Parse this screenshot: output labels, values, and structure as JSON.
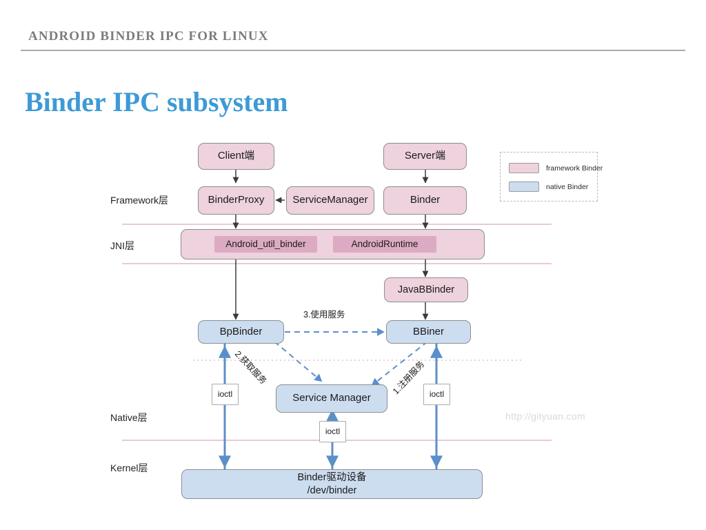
{
  "header": {
    "eyebrow": "ANDROID BINDER IPC FOR LINUX",
    "title": "Binder IPC subsystem"
  },
  "colors": {
    "title_blue": "#3d9ad6",
    "framework_pink": "#eed2dd",
    "native_blue": "#cdddf0",
    "jni_inner_pink": "#dcabc3",
    "separator_pink": "#e3b9c6",
    "arrow_blue": "#5b8fc9",
    "arrow_dark": "#3a3a3a"
  },
  "diagram": {
    "layers": [
      {
        "id": "framework",
        "label": "Framework层"
      },
      {
        "id": "jni",
        "label": "JNI层"
      },
      {
        "id": "native",
        "label": "Native层"
      },
      {
        "id": "kernel",
        "label": "Kernel层"
      }
    ],
    "nodes": {
      "client": "Client端",
      "server": "Server端",
      "binder_proxy": "BinderProxy",
      "service_manager_fw": "ServiceManager",
      "binder": "Binder",
      "jni_android_util_binder": "Android_util_binder",
      "jni_android_runtime": "AndroidRuntime",
      "java_bbinder": "JavaBBinder",
      "bp_binder": "BpBinder",
      "bbiner": "BBiner",
      "service_manager_native": "Service Manager",
      "binder_driver_line1": "Binder驱动设备",
      "binder_driver_line2": "/dev/binder"
    },
    "edge_labels": {
      "use_service": "3.使用服务",
      "get_service": "2.获取服务",
      "register_service": "1.注册服务"
    },
    "ioctl_labels": [
      "ioctl",
      "ioctl",
      "ioctl"
    ],
    "legend": {
      "items": [
        {
          "label": "framework Binder",
          "color": "#eed2dd"
        },
        {
          "label": "native Binder",
          "color": "#cdddf0"
        }
      ]
    },
    "watermark": "http://gityuan.com"
  }
}
